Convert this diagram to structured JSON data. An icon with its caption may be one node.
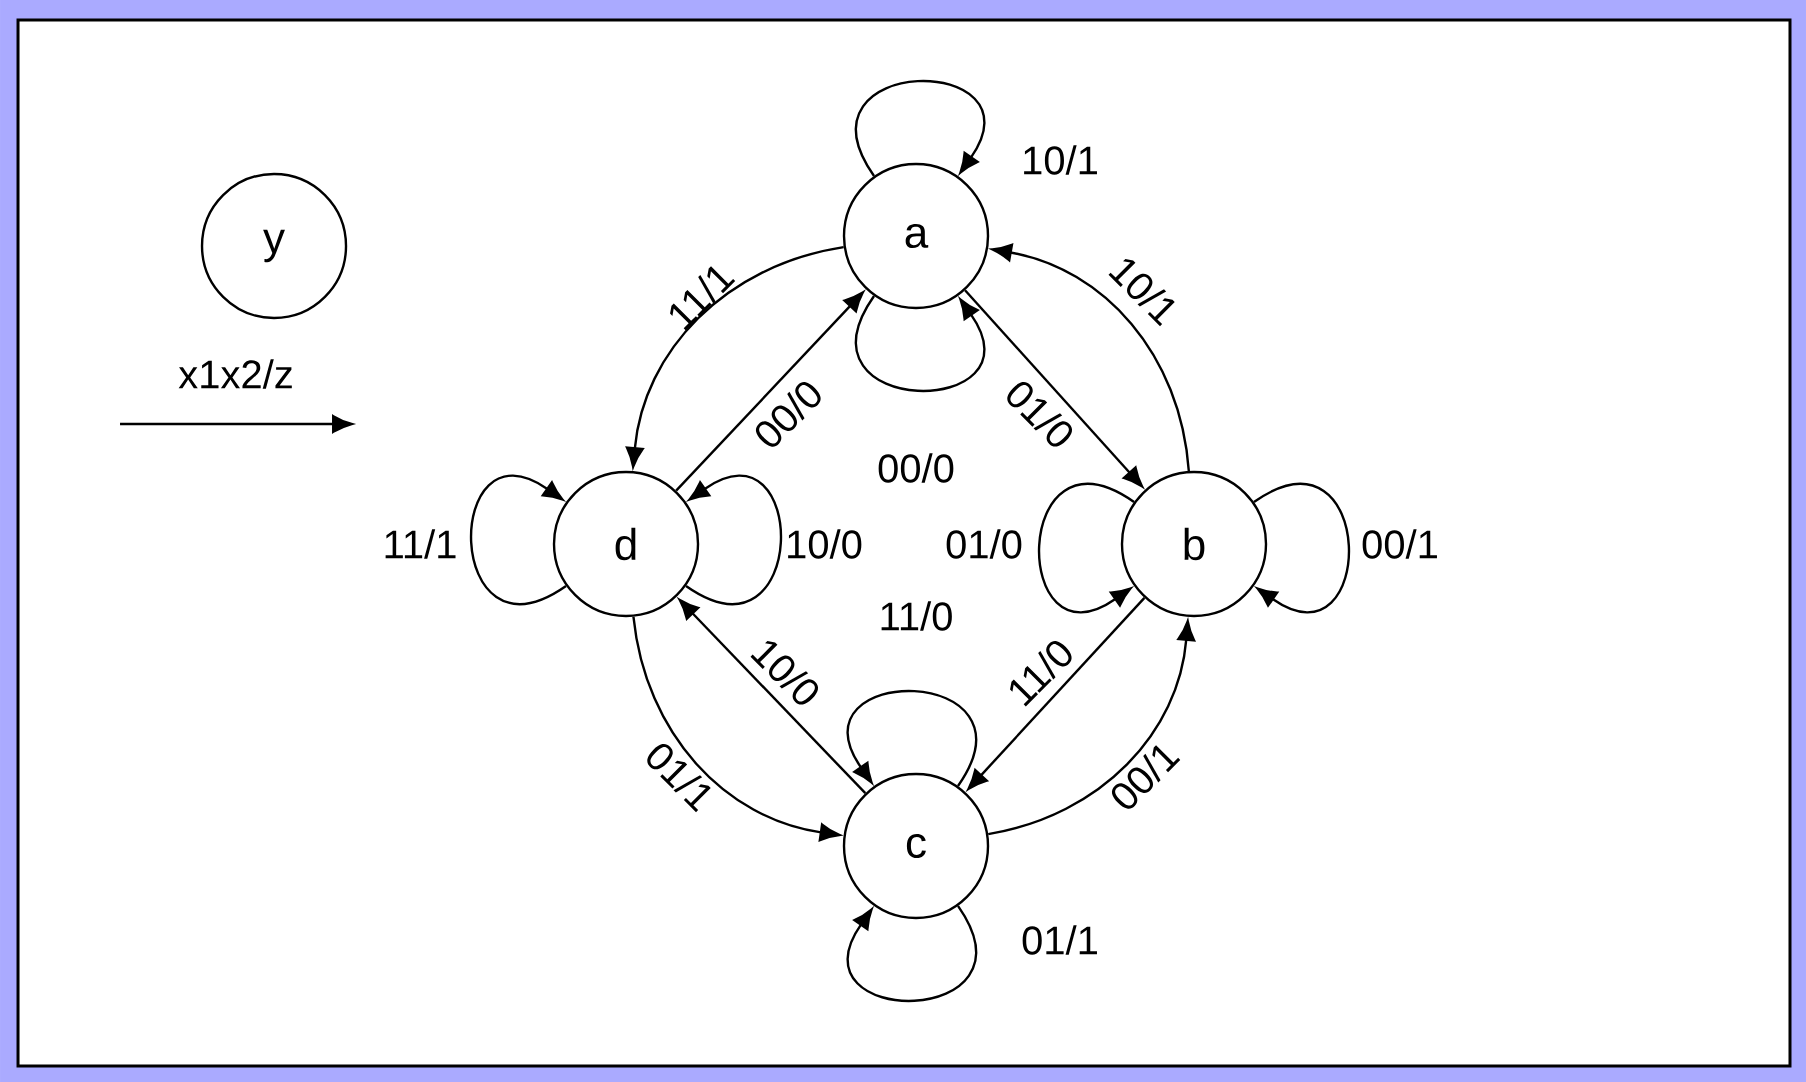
{
  "diagram": {
    "nodes": [
      {
        "text": [
          "a"
        ]
      },
      {
        "text": [
          "d"
        ]
      },
      {
        "text": [
          "b"
        ]
      },
      {
        "text": [
          "c"
        ]
      },
      {
        "text": [
          "y"
        ]
      }
    ],
    "edges": [
      {
        "from": 0,
        "to": 0,
        "arrow": "to",
        "label": "10/1"
      },
      {
        "from": 0,
        "to": 1,
        "arrow": "to",
        "label": "11/1"
      },
      {
        "from": 2,
        "to": 0,
        "arrow": "to",
        "label": "10/1"
      },
      {
        "from": 1,
        "to": 0,
        "arrow": "to",
        "label": "00/0"
      },
      {
        "from": 0,
        "to": 0,
        "arrow": "to",
        "label": "00/0"
      },
      {
        "from": 0,
        "to": 2,
        "arrow": "to",
        "label": "01/0"
      },
      {
        "from": 1,
        "to": 1,
        "arrow": "to",
        "label": "11/1"
      },
      {
        "from": 1,
        "to": 1,
        "arrow": "to",
        "label": "10/0"
      },
      {
        "from": 2,
        "to": 2,
        "arrow": "to",
        "label": "01/0"
      },
      {
        "from": 2,
        "to": 2,
        "arrow": "to",
        "label": "00/1"
      },
      {
        "from": 3,
        "to": 3,
        "arrow": "to",
        "label": "11/0"
      },
      {
        "from": 3,
        "to": 1,
        "arrow": "to",
        "label": "10/0"
      },
      {
        "from": 2,
        "to": 3,
        "arrow": "to",
        "label": "11/0"
      },
      {
        "from": 1,
        "to": 3,
        "arrow": "to",
        "label": "01/1"
      },
      {
        "from": 3,
        "to": 2,
        "arrow": "to",
        "label": "00/1"
      },
      {
        "from": 3,
        "to": 3,
        "arrow": "to",
        "label": "01/1"
      }
    ],
    "labels": [
      "x1x2/z"
    ]
  }
}
